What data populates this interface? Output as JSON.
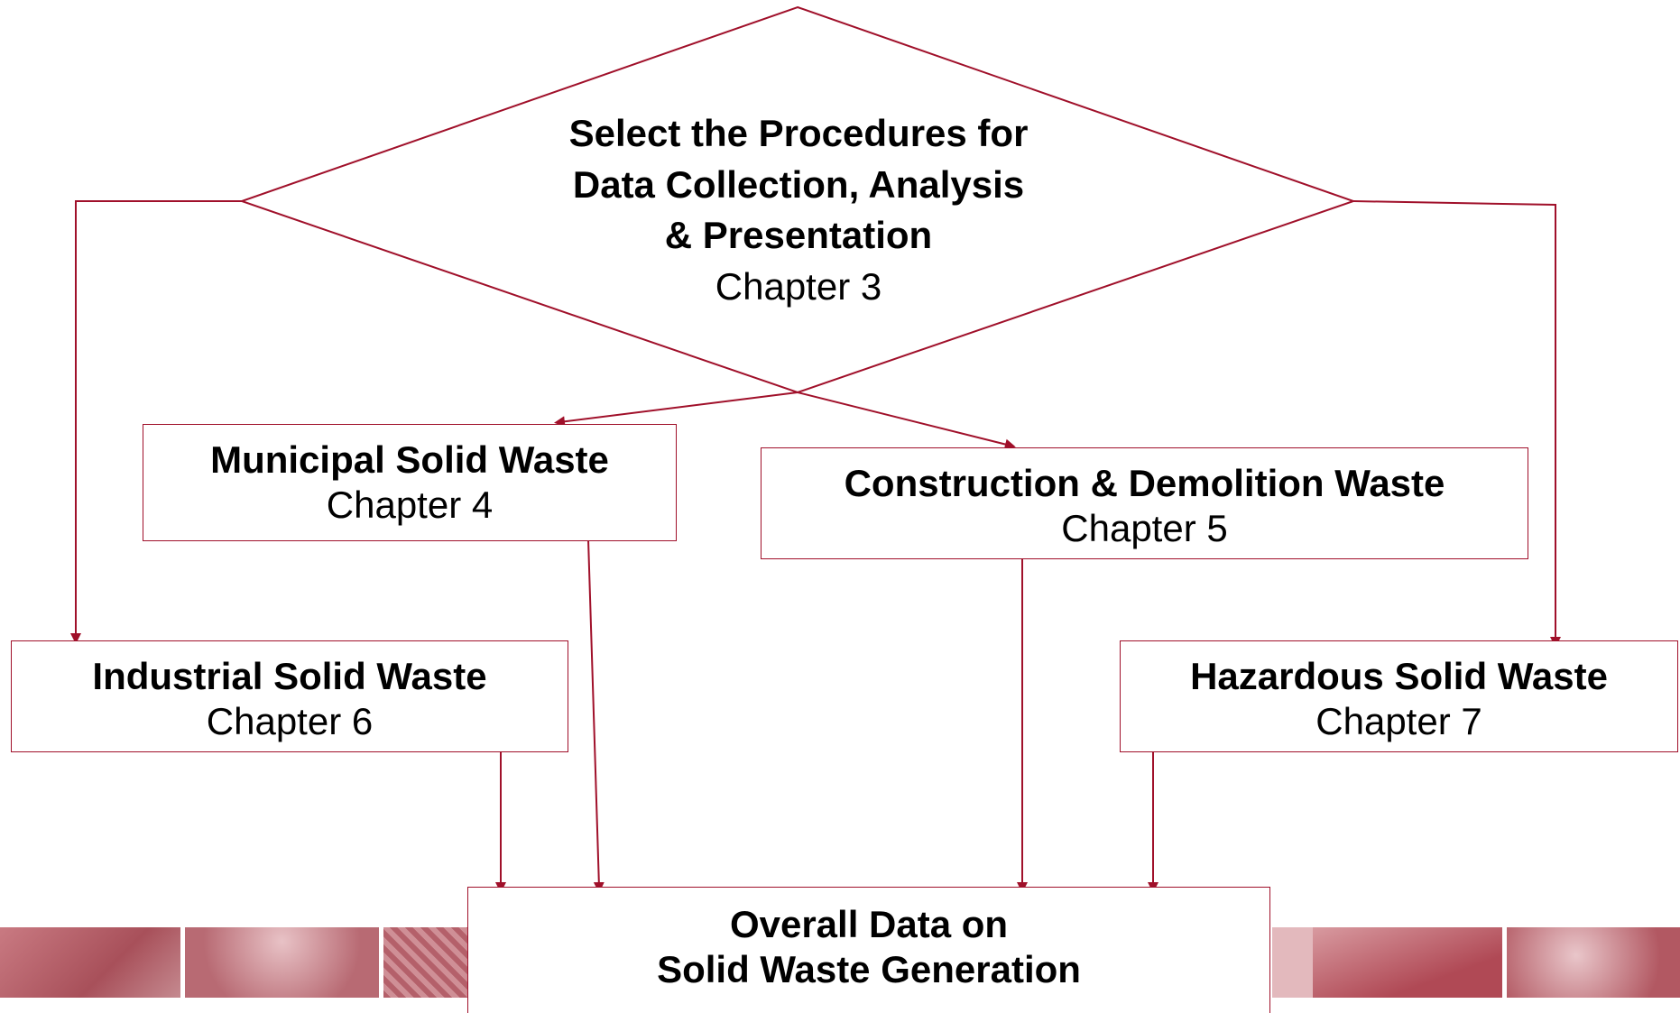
{
  "decision": {
    "title_lines": [
      "Select the Procedures for",
      "Data Collection, Analysis",
      "& Presentation"
    ],
    "chapter": "Chapter 3"
  },
  "boxes": {
    "municipal": {
      "title": "Municipal Solid Waste",
      "chapter": "Chapter 4"
    },
    "construction": {
      "title": "Construction & Demolition Waste",
      "chapter": "Chapter 5"
    },
    "industrial": {
      "title": "Industrial Solid Waste",
      "chapter": "Chapter 6"
    },
    "hazardous": {
      "title": "Hazardous Solid Waste",
      "chapter": "Chapter 7"
    },
    "overall": {
      "title_lines": [
        "Overall Data on",
        "Solid Waste Generation"
      ]
    }
  },
  "colors": {
    "line": "#a0102a",
    "photo_tint": "#b5545f"
  }
}
